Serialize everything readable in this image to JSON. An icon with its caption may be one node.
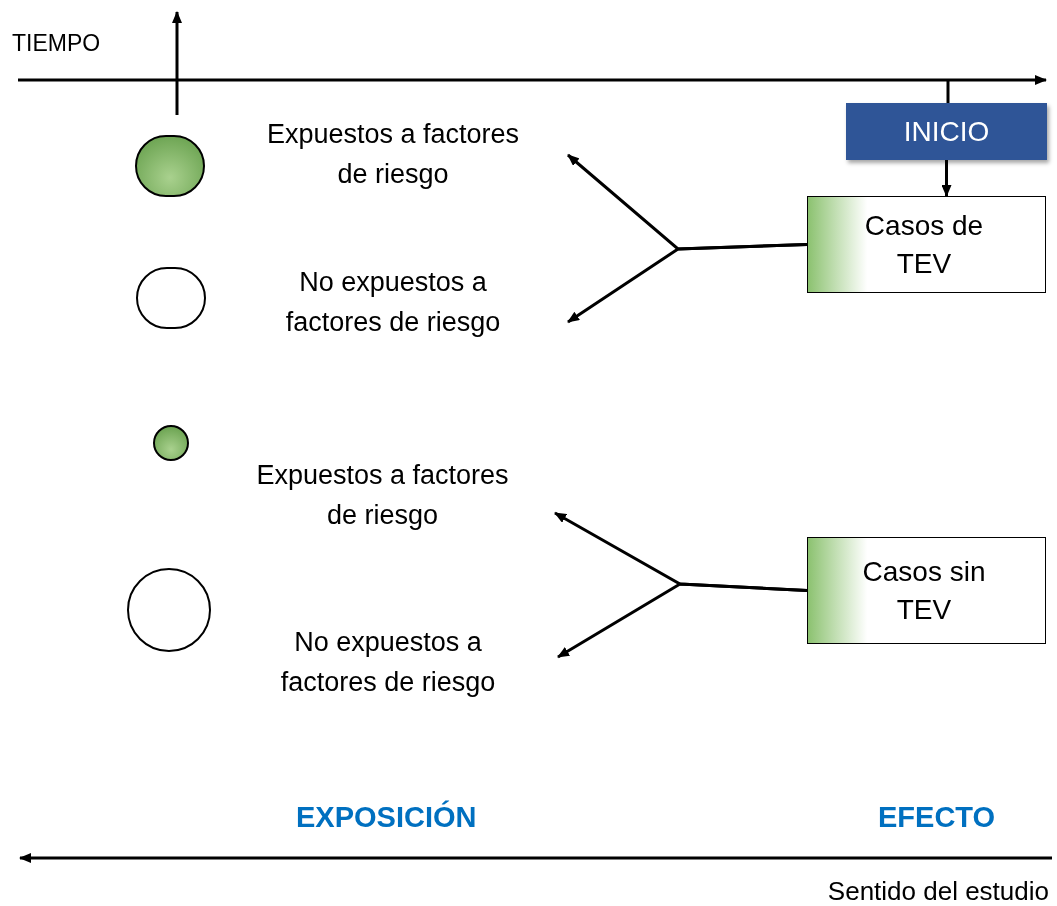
{
  "diagram": {
    "nodes": [
      {
        "text": [],
        "shape": "circle"
      },
      {
        "text": [
          "Expuestos a factores de riesgo"
        ]
      },
      {
        "text": [
          "INICIO"
        ]
      },
      {
        "text": [
          "Casos de TEV"
        ]
      },
      {
        "text": [],
        "shape": "circle"
      },
      {
        "text": [
          "No expuestos a factores de riesgo"
        ]
      },
      {
        "text": [],
        "shape": "circle"
      },
      {
        "text": [
          "Expuestos a factores de riesgo"
        ]
      },
      {
        "text": [
          "Casos sin TEV"
        ]
      },
      {
        "text": [],
        "shape": "circle"
      },
      {
        "text": [
          "No expuestos a factores de riesgo"
        ]
      }
    ],
    "edges": [
      {
        "from": 2,
        "to": 3,
        "arrow": "to"
      },
      {
        "from": 3,
        "to": 1,
        "arrow": "to"
      },
      {
        "from": 3,
        "to": 5,
        "arrow": "to"
      },
      {
        "from": 8,
        "to": 7,
        "arrow": "to"
      },
      {
        "from": 8,
        "to": 10,
        "arrow": "to"
      }
    ],
    "labels": [
      "TIEMPO",
      "EXPOSICIÓN",
      "EFECTO",
      "Sentido del estudio"
    ]
  }
}
